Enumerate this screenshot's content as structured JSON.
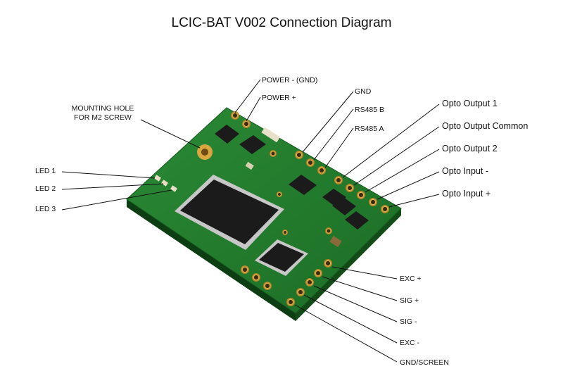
{
  "title": "LCIC-BAT V002 Connection Diagram",
  "labels": {
    "power_gnd": "POWER - (GND)",
    "power_plus": "POWER +",
    "mounting_hole_line1": "MOUNTING HOLE",
    "mounting_hole_line2": "FOR M2 SCREW",
    "gnd": "GND",
    "rs485_b": "RS485 B",
    "rs485_a": "RS485 A",
    "opto_output_1": "Opto Output 1",
    "opto_output_common": "Opto Output Common",
    "opto_output_2": "Opto Output 2",
    "opto_input_minus": "Opto Input -",
    "opto_input_plus": "Opto Input +",
    "led_1": "LED 1",
    "led_2": "LED 2",
    "led_3": "LED 3",
    "exc_plus": "EXC +",
    "sig_plus": "SIG +",
    "sig_minus": "SIG -",
    "exc_minus": "EXC -",
    "gnd_screen": "GND/SCREEN"
  },
  "colors": {
    "pcb_green": "#1f7a2a",
    "pcb_dark": "#0f4a16",
    "pad_gold": "#c99a3a",
    "chip_black": "#1b1b1b",
    "leader_line": "#111111"
  }
}
